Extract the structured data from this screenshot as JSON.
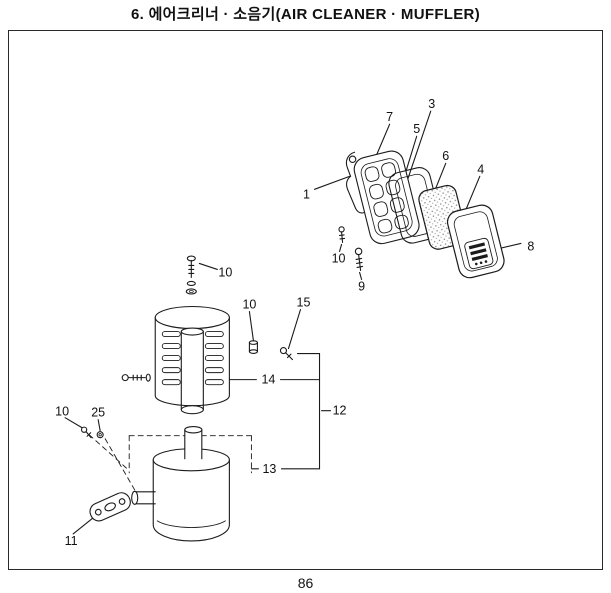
{
  "page": {
    "title": "6. 에어크리너 · 소음기(AIR CLEANER · MUFFLER)",
    "page_number": "86"
  },
  "diagram": {
    "name": "air-cleaner-muffler-exploded-view",
    "labels": {
      "part1": "1",
      "part3": "3",
      "part4": "4",
      "part5": "5",
      "part6": "6",
      "part7": "7",
      "part8": "8",
      "part9": "9",
      "part10_air": "10",
      "part10_cover": "10",
      "part10_pipe": "10",
      "part10_flange": "10",
      "part11": "11",
      "part12": "12",
      "part13": "13",
      "part14": "14",
      "part15": "15",
      "part25": "25"
    }
  }
}
